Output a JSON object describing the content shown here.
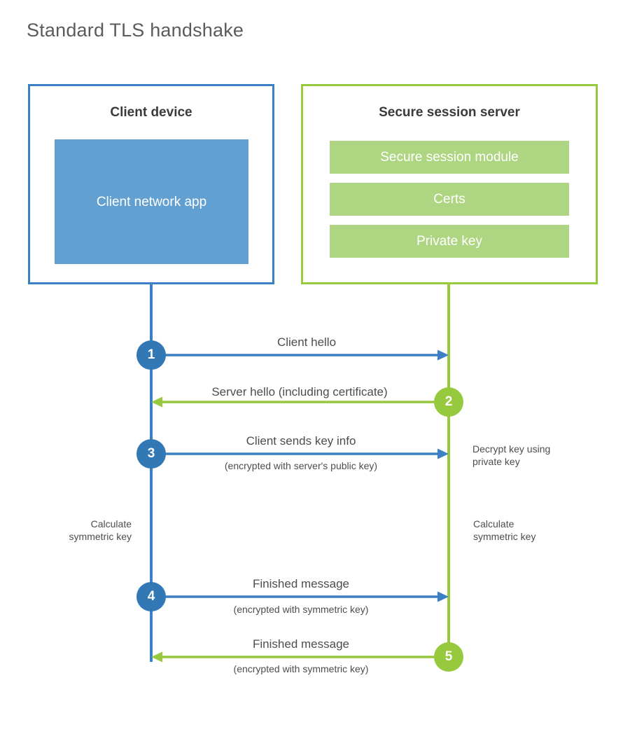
{
  "title": "Standard TLS handshake",
  "colors": {
    "client_accent": "#3b7fc4",
    "client_circle": "#3178b5",
    "client_block_fill": "#62a0d2",
    "server_accent": "#96c93d",
    "server_block_fill": "#aed581",
    "text": "#4d4d4d",
    "title_text": "#5b5b5b",
    "background": "#ffffff"
  },
  "client": {
    "title": "Client device",
    "block_label": "Client network app"
  },
  "server": {
    "title": "Secure session server",
    "bars": [
      {
        "label": "Secure session module"
      },
      {
        "label": "Certs"
      },
      {
        "label": "Private key"
      }
    ]
  },
  "steps": [
    {
      "number": "1",
      "label": "Client hello",
      "sub": "",
      "direction": "client-to-server",
      "origin": "client"
    },
    {
      "number": "2",
      "label": "Server hello (including certificate)",
      "sub": "",
      "direction": "server-to-client",
      "origin": "server"
    },
    {
      "number": "3",
      "label": "Client sends key info",
      "sub": "(encrypted with server's public key)",
      "direction": "client-to-server",
      "origin": "client"
    },
    {
      "number": "4",
      "label": "Finished message",
      "sub": "(encrypted with symmetric key)",
      "direction": "client-to-server",
      "origin": "client"
    },
    {
      "number": "5",
      "label": "Finished message",
      "sub": "(encrypted with symmetric key)",
      "direction": "server-to-client",
      "origin": "server"
    }
  ],
  "notes": {
    "decrypt_key": "Decrypt key using\nprivate key",
    "client_calculate": "Calculate\nsymmetric key",
    "server_calculate": "Calculate\nsymmetric key"
  }
}
